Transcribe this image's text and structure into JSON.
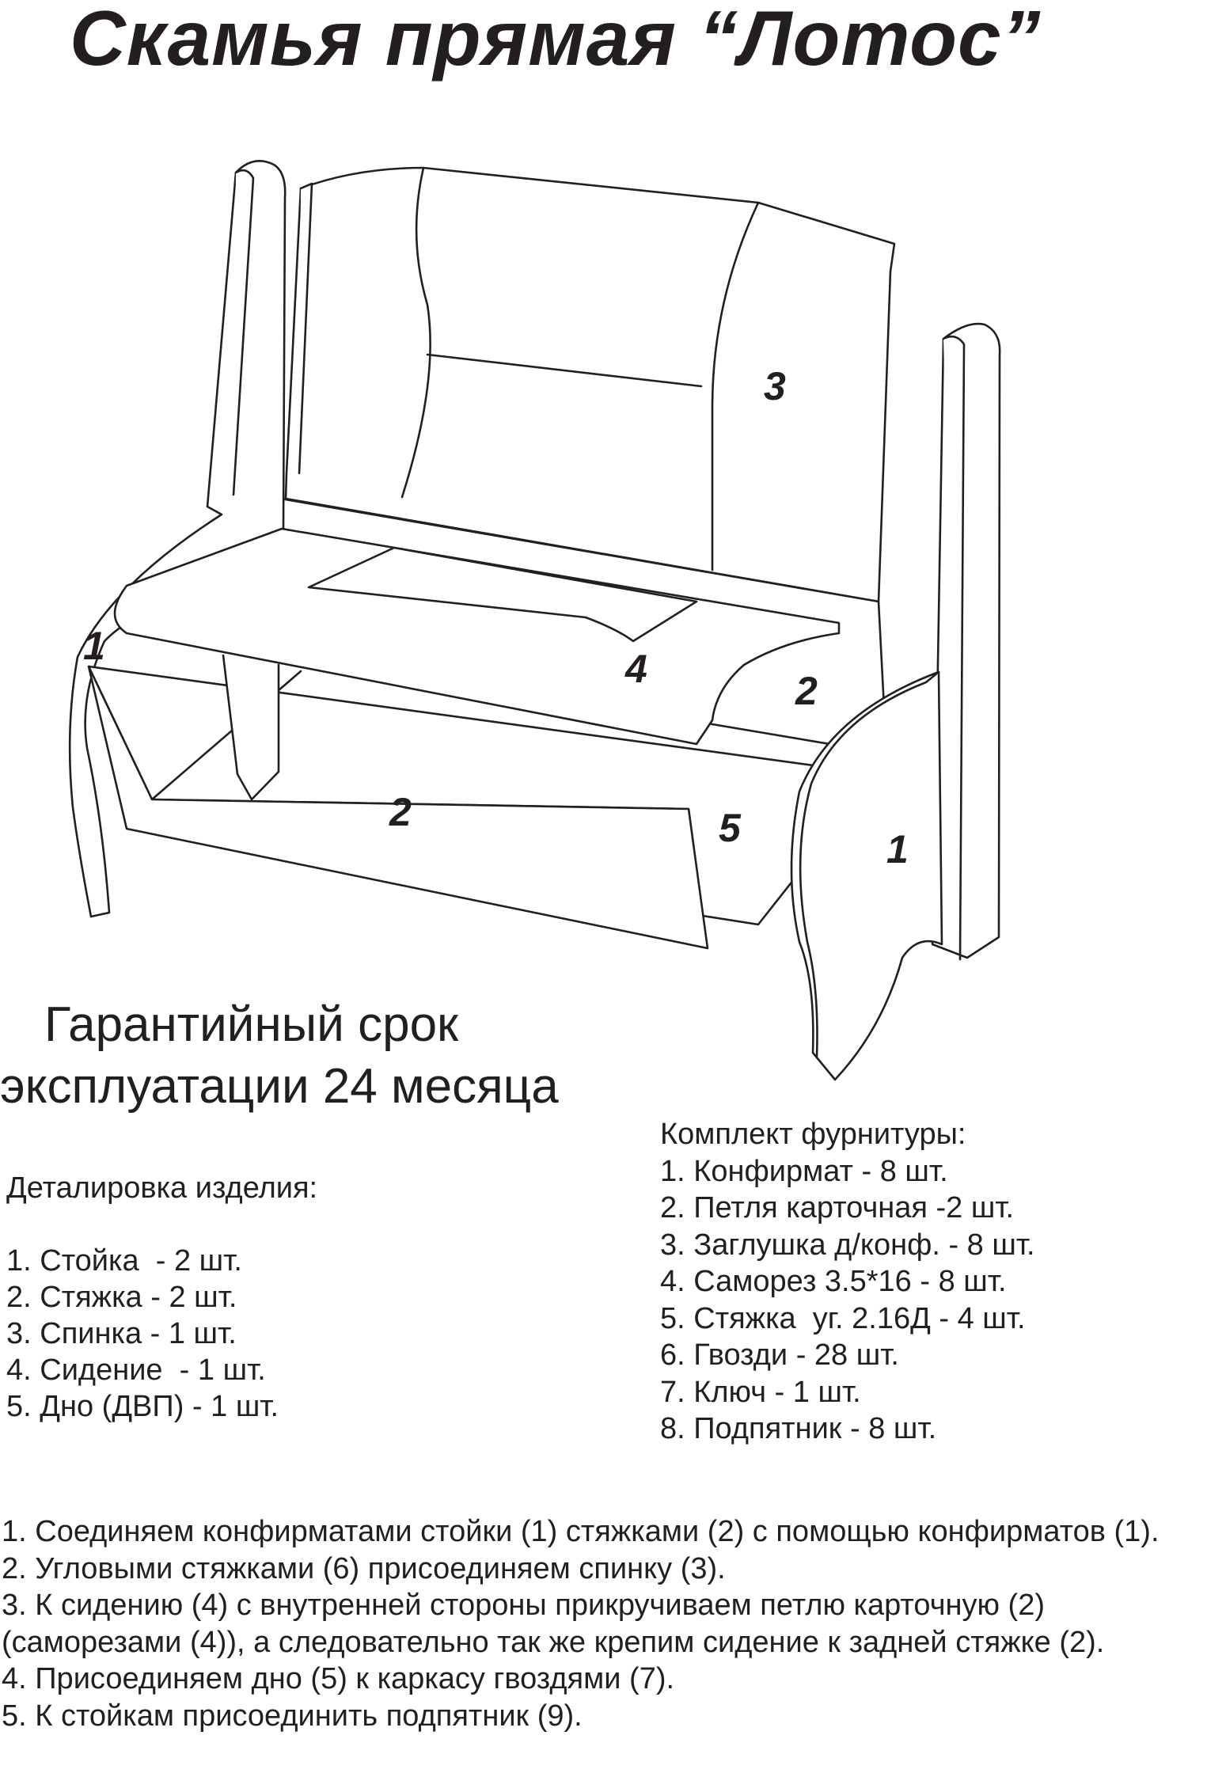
{
  "document": {
    "title": "Скамья прямая “Лотос”"
  },
  "drawing": {
    "callouts": {
      "c1_left": "1",
      "c1_right": "1",
      "c2_bottom": "2",
      "c2_right": "2",
      "c3": "3",
      "c4": "4",
      "c5": "5"
    }
  },
  "warranty": {
    "line1": "Гарантийный срок",
    "line2": "эксплуатации 24 месяца"
  },
  "parts_list": {
    "heading": "Деталировка изделия:",
    "items": [
      "1. Стойка  - 2 шт.",
      "2. Стяжка - 2 шт.",
      "3. Спинка - 1 шт.",
      "4. Сидение  - 1 шт.",
      "5. Дно (ДВП) - 1 шт."
    ]
  },
  "hardware_list": {
    "heading": "Комплект фурнитуры:",
    "items": [
      "1. Конфирмат - 8 шт.",
      "2. Петля карточная -2 шт.",
      "3. Заглушка д/конф. - 8 шт.",
      "4. Саморез 3.5*16 - 8 шт.",
      "5. Стяжка  уг. 2.16Д - 4 шт.",
      "6. Гвозди - 28 шт.",
      "7. Ключ - 1 шт.",
      "8. Подпятник - 8 шт."
    ]
  },
  "assembly_steps": [
    "1. Соединяем конфирматами стойки (1) стяжками (2) с помощью конфирматов (1).",
    "2. Угловыми стяжками (6) присоединяем спинку (3).",
    "3. К сидению (4) с внутренней стороны прикручиваем петлю карточную (2) (саморезами (4)), а следовательно так же крепим сидение к задней стяжке (2).",
    "4. Присоединяем дно (5) к каркасу гвоздями (7).",
    "5. К стойкам присоединить подпятник (9)."
  ]
}
